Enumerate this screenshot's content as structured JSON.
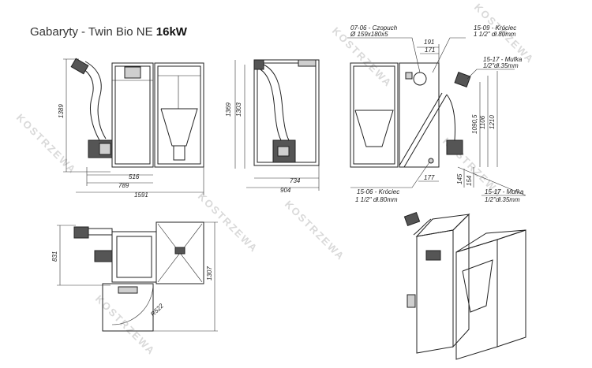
{
  "title": {
    "prefix": "Gabaryty - Twin Bio NE ",
    "bold": "16kW"
  },
  "watermark": "KOSTRZEWA",
  "dims": {
    "h1389": "1389",
    "w516": "516",
    "w789": "789",
    "w1591": "1591",
    "h1369": "1369",
    "h1303": "1303",
    "w734": "734",
    "w904": "904",
    "w191": "191",
    "w171": "171",
    "h1090": "1090,5",
    "h1106": "1106",
    "h1210": "1210",
    "w177": "177",
    "h145": "145",
    "h154": "154",
    "h831": "831",
    "h1307": "1307",
    "r522": "R522"
  },
  "callouts": {
    "czopuch_name": "07-06 - Czopuch",
    "czopuch_size": "Ø 159x180x5",
    "krociec_top_name": "15-09 - Króciec",
    "krociec_top_size": "1 1/2\" dł.80mm",
    "mufka_top_name": "15-17 - Mufka",
    "mufka_top_size": "1/2\"dł.35mm",
    "krociec_bottom_name": "15-06 - Króciec",
    "krociec_bottom_size": "1 1/2\" dł.80mm",
    "mufka_bottom_name": "15-17 - Mufka",
    "mufka_bottom_size": "1/2\"dł.35mm"
  }
}
